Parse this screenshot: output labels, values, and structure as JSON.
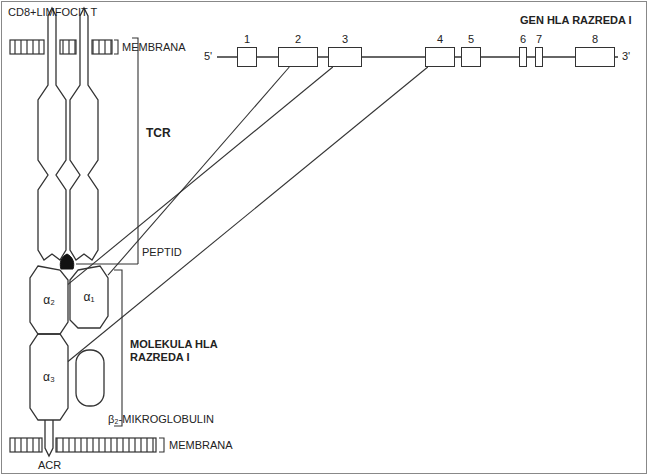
{
  "diagram": {
    "nodes": [
      {
        "text": [
          "α₂"
        ]
      },
      {
        "text": [
          "α₁"
        ]
      },
      {
        "text": [
          "α₃"
        ]
      },
      {
        "text": [
          "1"
        ]
      },
      {
        "text": [
          "2"
        ]
      },
      {
        "text": [
          "3"
        ]
      },
      {
        "text": [
          "4"
        ]
      },
      {
        "text": [
          "5"
        ]
      },
      {
        "text": [
          "6"
        ]
      },
      {
        "text": [
          "7"
        ]
      },
      {
        "text": [
          "8"
        ]
      }
    ],
    "edges": [
      {
        "from": 4,
        "to": 1,
        "arrow": "none"
      },
      {
        "from": 5,
        "to": 0,
        "arrow": "none"
      },
      {
        "from": 6,
        "to": 2,
        "arrow": "none"
      }
    ],
    "labels": [
      "CD8+LIMFOCIT T",
      "MEMBRANA",
      "TCR",
      "GEN HLA RAZREDA I",
      "5'",
      "3'",
      "PEPTID",
      "MOLEKULA HLA RAZREDA I",
      "β₂-MIKROGLOBULIN",
      "MEMBRANA",
      "ACR"
    ]
  }
}
